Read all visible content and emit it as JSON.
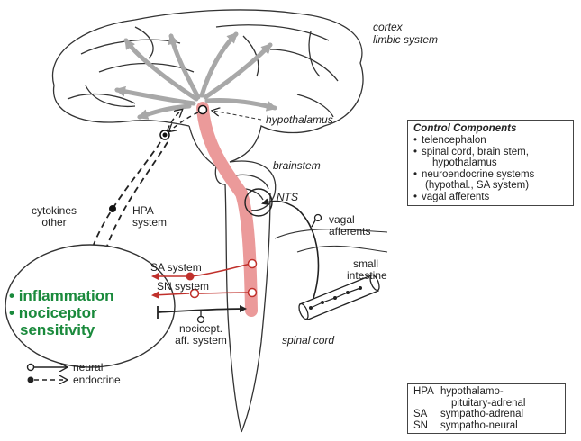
{
  "labels": {
    "cortex": "cortex",
    "limbic": "limbic system",
    "hypothalamus": "hypothalamus",
    "brainstem": "brainstem",
    "nts": "NTS",
    "vagal": "vagal",
    "afferents": "afferents",
    "small": "small",
    "intestine": "intestine",
    "spinal_cord": "spinal cord",
    "cytokines": "cytokines",
    "other": "other",
    "hpa": "HPA",
    "system": "system",
    "sa_system": "SA system",
    "sn_system": "SN system",
    "nocicept": "nocicept.",
    "aff_system": "aff. system"
  },
  "effects": [
    "inflammation",
    "nociceptor",
    "sensitivity"
  ],
  "control": {
    "title": "Control Components",
    "items": [
      [
        "telencephalon"
      ],
      [
        "spinal cord, brain stem,",
        "hypothalamus"
      ],
      [
        "neuroendocrine systems",
        "(hypothal., SA system)"
      ],
      [
        "vagal afferents"
      ]
    ]
  },
  "legend": {
    "neural": "neural",
    "endocrine": "endocrine"
  },
  "abbreviations": [
    {
      "abbr": "HPA",
      "line1": "hypothalamo-",
      "line2": "pituitary-adrenal"
    },
    {
      "abbr": "SA",
      "line1": "sympatho-adrenal",
      "line2": ""
    },
    {
      "abbr": "SN",
      "line1": "sympatho-neural",
      "line2": ""
    }
  ],
  "colors": {
    "red": "#c0302b",
    "pink": "#eb9a9a",
    "grey_arrow": "#a8a8a8",
    "green_text": "#1a8a3c"
  }
}
